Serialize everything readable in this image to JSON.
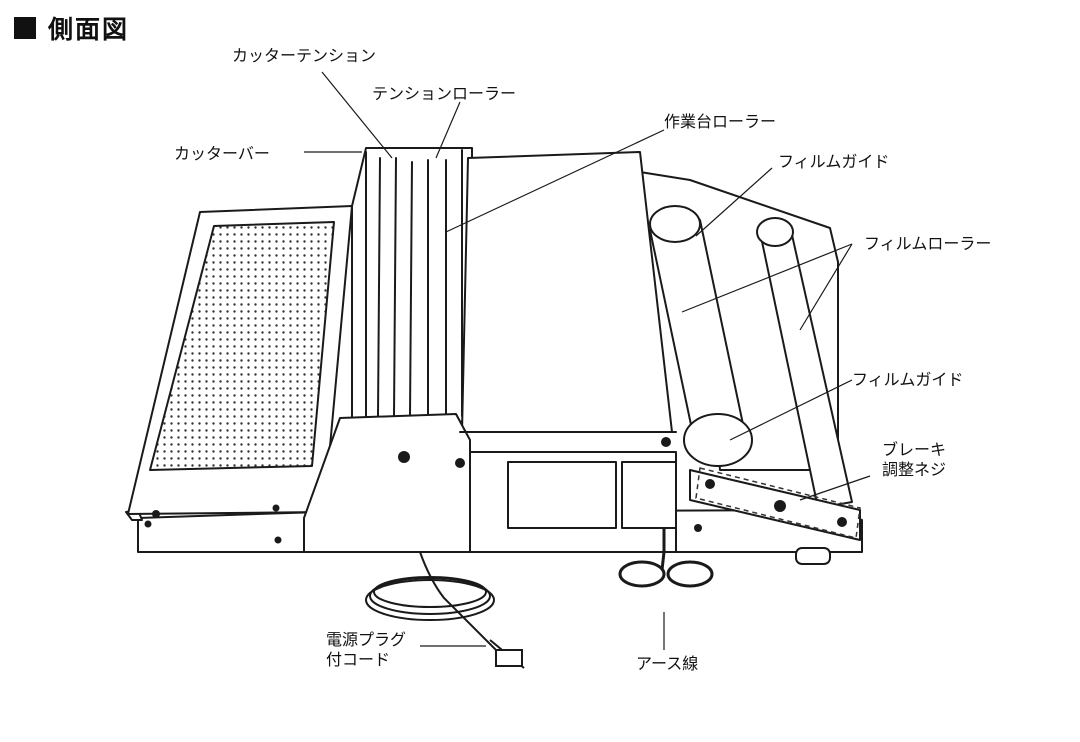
{
  "title": "側面図",
  "labels": {
    "cutter_tension": "カッターテンション",
    "tension_roller": "テンションローラー",
    "cutter_bar": "カッターバー",
    "worktable_roller": "作業台ローラー",
    "film_guide_top": "フィルムガイド",
    "film_roller": "フィルムローラー",
    "film_guide_bottom": "フィルムガイド",
    "brake_line1": "ブレーキ",
    "brake_line2": "調整ネジ",
    "power_line1": "電源プラグ",
    "power_line2": "付コード",
    "earth_wire": "アース線"
  },
  "colors": {
    "line": "#1a1a1a",
    "fill": "#ffffff",
    "dots": "#333333"
  }
}
